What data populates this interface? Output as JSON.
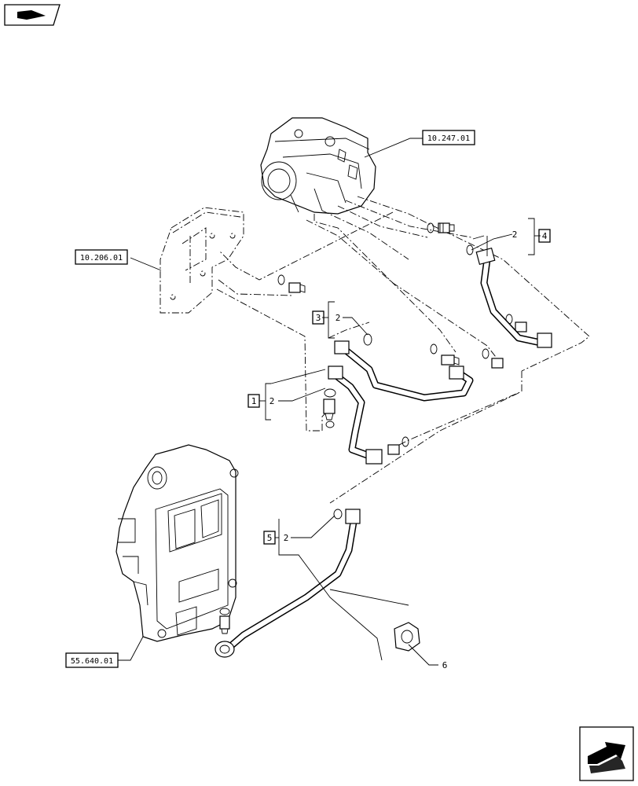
{
  "references": {
    "ref_pump": "10.247.01",
    "ref_bracket": "10.206.01",
    "ref_ecu": "55.640.01"
  },
  "callouts": {
    "item_1": "1",
    "item_2a": "2",
    "item_2b": "2",
    "item_2c": "2",
    "item_2d": "2",
    "item_3": "3",
    "item_4": "4",
    "item_5": "5",
    "item_6": "6"
  },
  "icons": {
    "top_left": "vehicle-top-icon",
    "bottom_right": "next-page-arrow-icon"
  }
}
